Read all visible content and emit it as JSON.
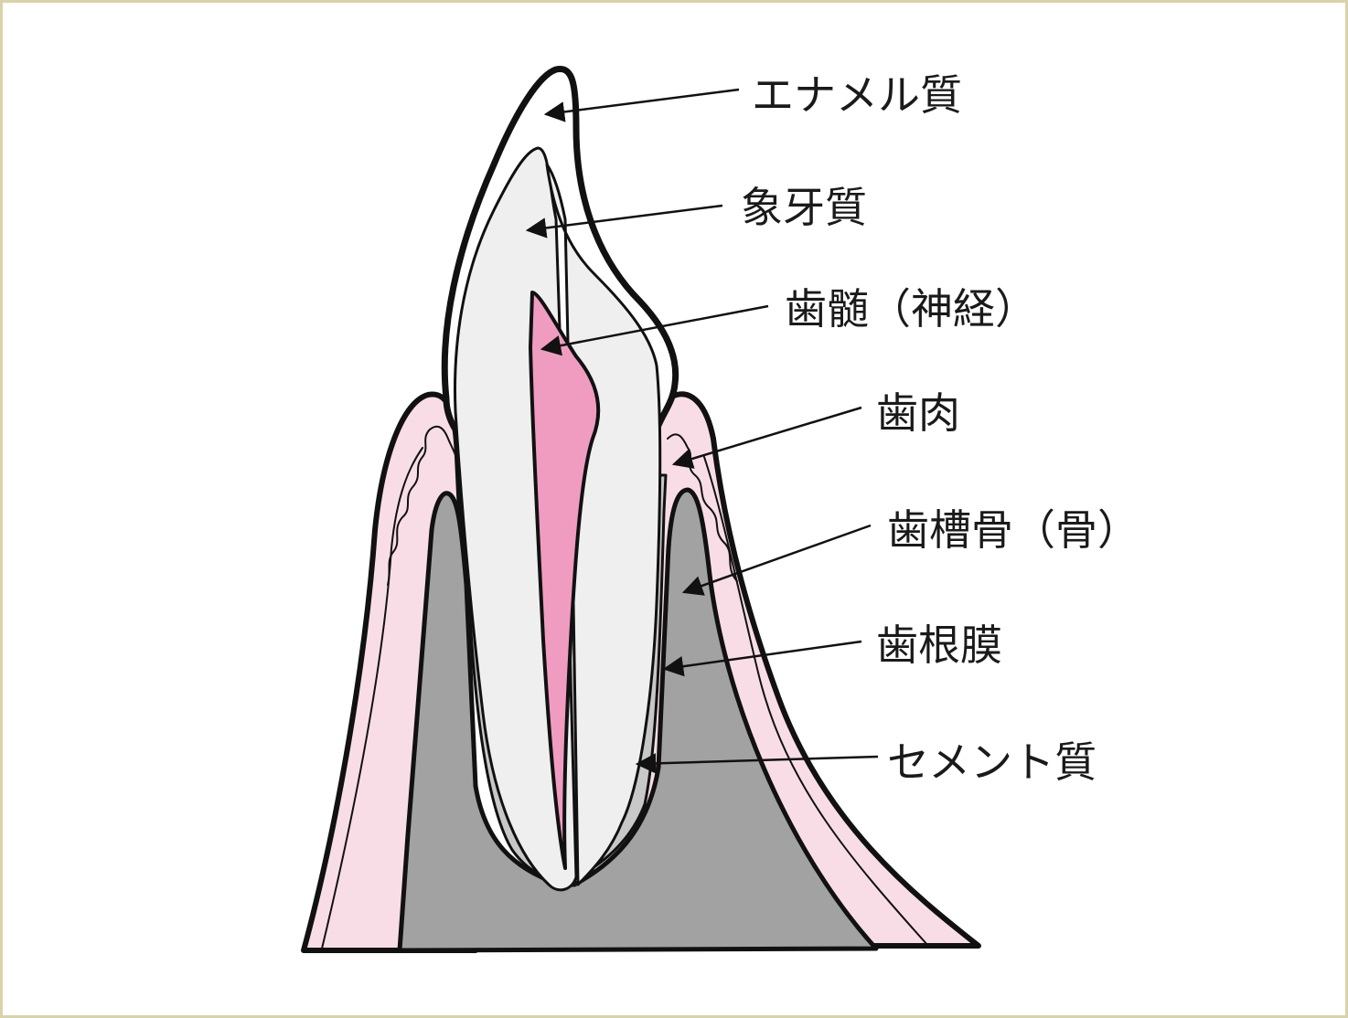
{
  "colors": {
    "gum_light": "#f8dde7",
    "gum_mid": "#f2c0d2",
    "bone": "#a2a2a2",
    "dentin": "#efefef",
    "enamel": "#ffffff",
    "pulp": "#f09cc0",
    "cementum": "#c8c8c8",
    "border": "#d9d2a8"
  },
  "labels": {
    "enamel": "エナメル質",
    "dentin": "象牙質",
    "pulp": "歯髄（神経）",
    "gum": "歯肉",
    "alveolar_bone": "歯槽骨（骨）",
    "periodontal_ligament": "歯根膜",
    "cementum": "セメント質"
  }
}
